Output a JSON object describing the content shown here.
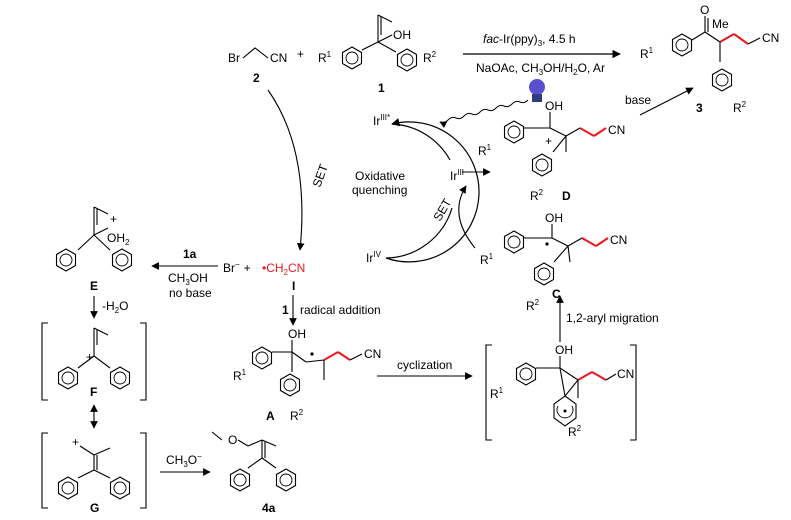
{
  "reactants": {
    "reagent2_br": "Br",
    "reagent2_cn": "CN",
    "reagent2_label": "2",
    "plus": "+",
    "substrate1_r1": "R",
    "substrate1_r1_sup": "1",
    "substrate1_oh": "OH",
    "substrate1_r2": "R",
    "substrate1_r2_sup": "2",
    "substrate1_label": "1"
  },
  "conditions": {
    "catalyst_prefix": "fac",
    "catalyst": "-Ir(ppy)",
    "catalyst_sub": "3",
    "time": ", 4.5 h",
    "line2": "NaOAc, CH",
    "line2_sub": "3",
    "line2_rest": "OH/H",
    "line2_sub2": "2",
    "line2_end": "O, Ar"
  },
  "product3": {
    "o": "O",
    "me": "Me",
    "cn": "CN",
    "r1": "R",
    "r1_sup": "1",
    "r2": "R",
    "r2_sup": "2",
    "label": "3"
  },
  "cycle": {
    "ir3_star": "Ir",
    "ir3_star_sup": "III*",
    "ir3": "Ir",
    "ir3_sup": "III",
    "ir4": "Ir",
    "ir4_sup": "IV",
    "center_line1": "Oxidative",
    "center_line2": "quenching",
    "set_left": "SET",
    "set_right": "SET",
    "base": "base"
  },
  "intermediate_D": {
    "oh": "OH",
    "plus": "+",
    "cn": "CN",
    "r1": "R",
    "r1_sup": "1",
    "r2": "R",
    "r2_sup": "2",
    "label": "D"
  },
  "radical_I": {
    "br": "Br",
    "br_sup": "−",
    "plus": "+",
    "radical": "•CH",
    "radical_sub": "2",
    "radical_end": "CN",
    "label": "I"
  },
  "path_E": {
    "oh2": "OH",
    "oh2_sub": "2",
    "plus": "+",
    "label": "E",
    "arrow_top": "1a",
    "arrow_mid": "CH",
    "arrow_mid_sub": "3",
    "arrow_mid_end": "OH",
    "arrow_bottom": "no base",
    "loss": "-H",
    "loss_sub": "2",
    "loss_end": "O",
    "F_label": "F",
    "G_label": "G",
    "methoxide": "CH",
    "methoxide_sub": "3",
    "methoxide_end": "O",
    "methoxide_sup": "−",
    "product_4a_label": "4a",
    "product_4a_o": "O"
  },
  "radical_addition": {
    "reagent": "1",
    "text": "radical addition"
  },
  "intermediate_A": {
    "oh": "OH",
    "cn": "CN",
    "r1": "R",
    "r1_sup": "1",
    "r2": "R",
    "r2_sup": "2",
    "label": "A"
  },
  "cyclization": {
    "text": "cyclization",
    "oh": "OH",
    "cn": "CN",
    "r1": "R",
    "r1_sup": "1",
    "r2": "R",
    "r2_sup": "2"
  },
  "intermediate_C": {
    "oh": "OH",
    "cn": "CN",
    "r1": "R",
    "r1_sup": "1",
    "r2": "R",
    "r2_sup": "2",
    "label": "C",
    "migration": "1,2-aryl migration"
  },
  "colors": {
    "ink": "#000000",
    "red": "#e8191e",
    "bulb": "#5a4fcf",
    "bulb_base": "#2f3d7a"
  }
}
